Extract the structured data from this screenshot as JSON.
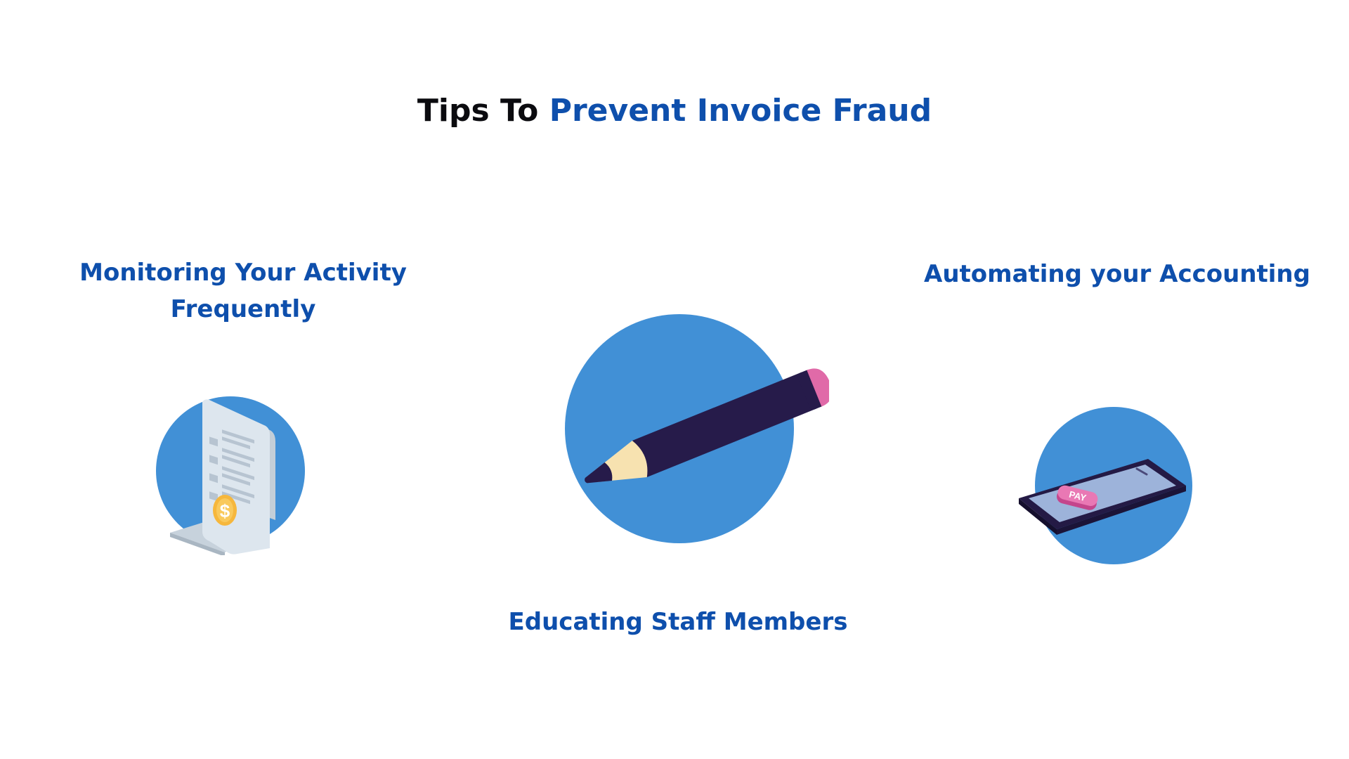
{
  "title": {
    "part1": "Tips To ",
    "part2": "Prevent Invoice Fraud"
  },
  "tips": [
    {
      "label": "Monitoring Your Activity Frequently",
      "icon": "receipt-icon"
    },
    {
      "label": "Educating Staff Members",
      "icon": "pencil-icon"
    },
    {
      "label": "Automating your Accounting",
      "icon": "phone-pay-icon"
    }
  ],
  "phone": {
    "button_text": "PAY"
  },
  "colors": {
    "accent": "#0e4fac",
    "dark_text": "#0b0b0f",
    "circle": "#4190d6",
    "pencil_body": "#261b4a",
    "eraser": "#e06aa8",
    "coin": "#f6b73c",
    "paper": "#dde6ee"
  }
}
